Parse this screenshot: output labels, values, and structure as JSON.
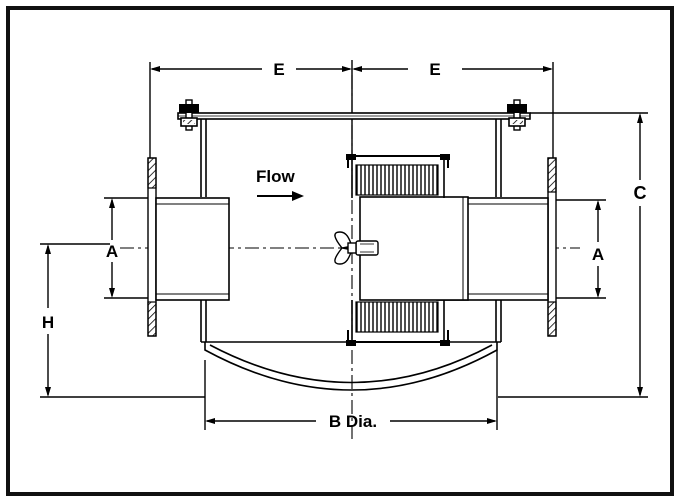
{
  "diagram": {
    "colors": {
      "ink": "#000000",
      "paper": "#ffffff",
      "frame": "#111111"
    },
    "labels": {
      "e_left": "E",
      "e_right": "E",
      "flow": "Flow",
      "a_left": "A",
      "a_right": "A",
      "c": "C",
      "h": "H",
      "b": "B Dia."
    }
  }
}
